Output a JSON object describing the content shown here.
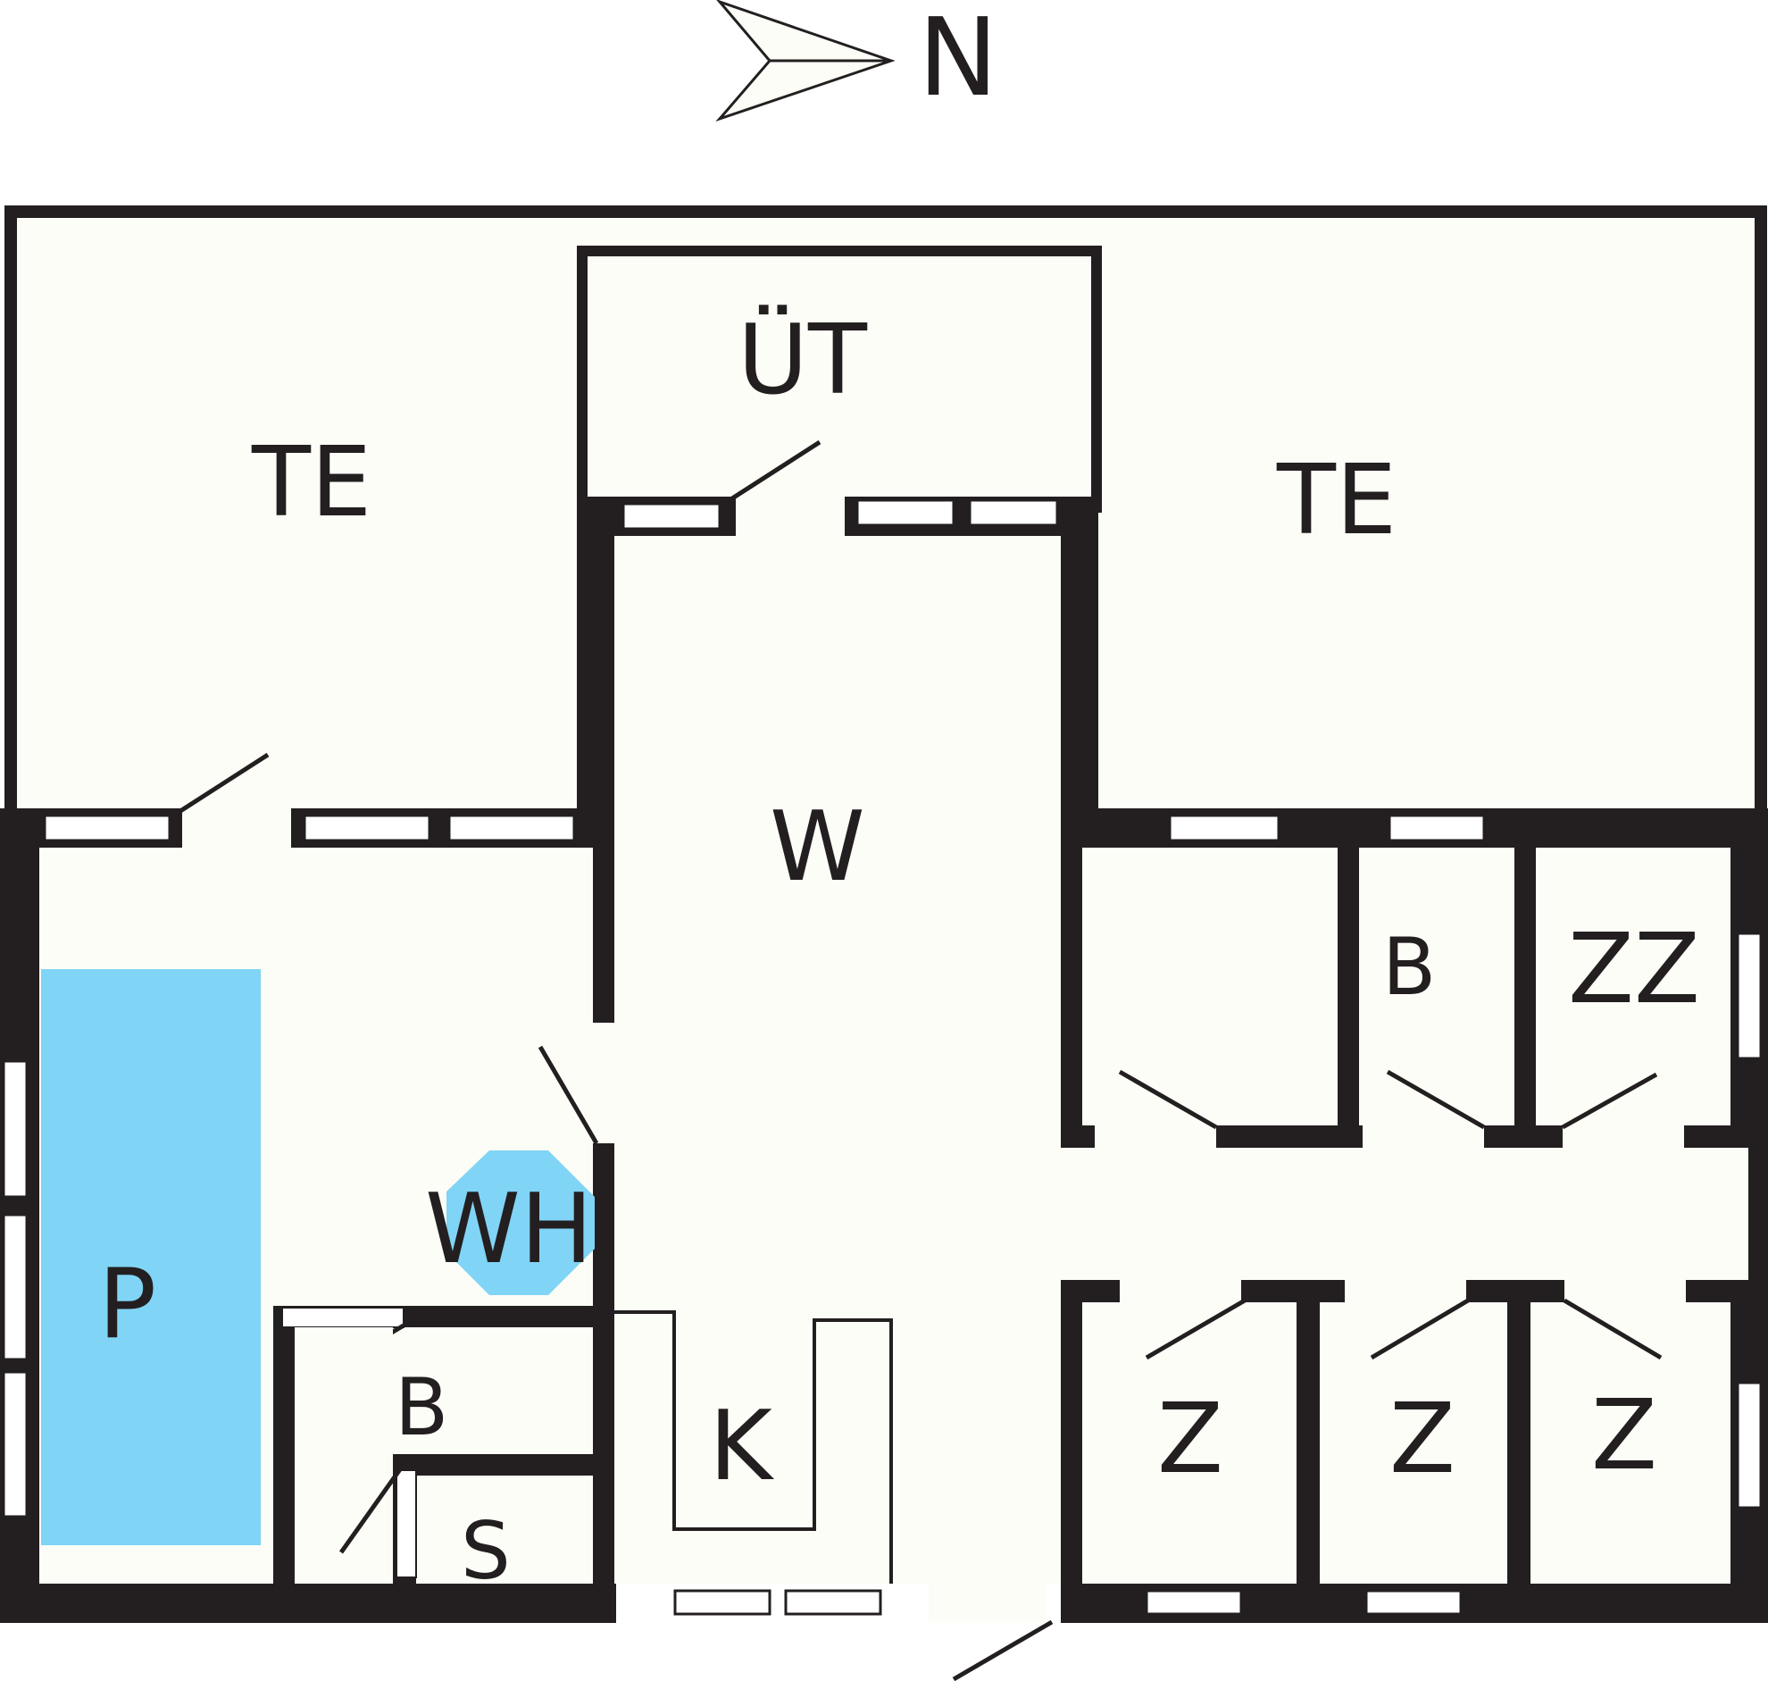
{
  "compass": {
    "label": "N",
    "icon": "north-arrow-icon"
  },
  "rooms": {
    "terrace_west": "TE",
    "terrace_east": "TE",
    "utility": "ÜT",
    "living": "W",
    "pool": "P",
    "whirlpool": "WH",
    "bath_west": "B",
    "sauna": "S",
    "kitchen": "K",
    "bath_north": "B",
    "twin_room": "ZZ",
    "bedroom_1": "Z",
    "bedroom_2": "Z",
    "bedroom_3": "Z"
  },
  "colors": {
    "wall": "#231f20",
    "floor": "#fdfdf7",
    "water": "#80d4f6"
  }
}
